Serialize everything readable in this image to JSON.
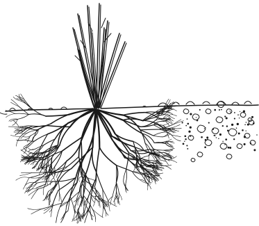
{
  "illustration": {
    "subject": "shrub-with-root-system",
    "ink_color": "#1a1a1a",
    "background_color": "#ffffff",
    "parts": [
      "stems",
      "ground-line",
      "root-system",
      "soil-stones"
    ]
  }
}
